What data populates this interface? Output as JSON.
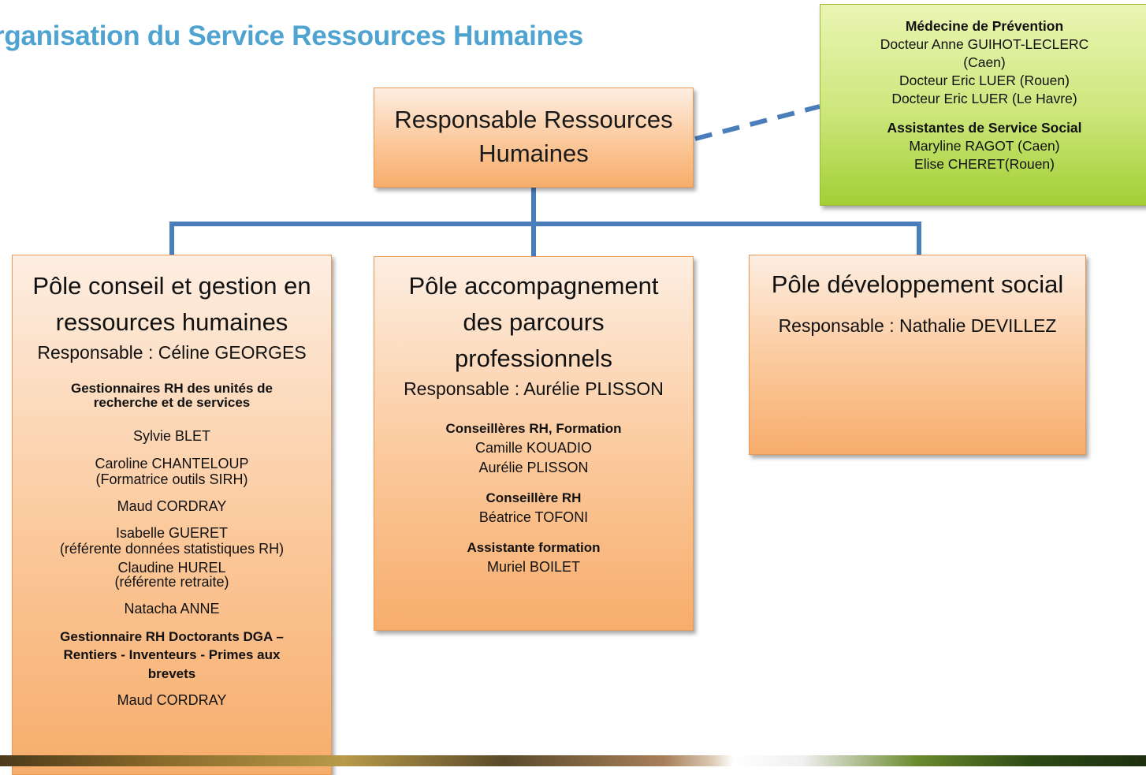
{
  "title": "rganisation du Service Ressources Humaines",
  "head_box": {
    "line1": "Responsable Ressources",
    "line2": "Humaines"
  },
  "medical_box": {
    "med_heading": "Médecine de Prévention",
    "med_line1": "Docteur Anne GUIHOT-LECLERC",
    "med_line2": "(Caen)",
    "med_line3": "Docteur Eric LUER (Rouen)",
    "med_line4": "Docteur Eric LUER (Le Havre)",
    "social_heading": "Assistantes de Service Social",
    "social_line1": "Maryline RAGOT (Caen)",
    "social_line2": "Elise CHERET(Rouen)"
  },
  "pole1": {
    "title_line1": "Pôle conseil et gestion en",
    "title_line2": "ressources humaines",
    "responsable": "Responsable : Céline GEORGES",
    "group1_line1": "Gestionnaires RH des unités de",
    "group1_line2": "recherche et de services",
    "p1": "Sylvie BLET",
    "p2": "Caroline CHANTELOUP",
    "p2_note": "(Formatrice outils SIRH)",
    "p3": "Maud CORDRAY",
    "p4": "Isabelle GUERET",
    "p4_note": "(référente données  statistiques RH)",
    "p5": "Claudine HUREL",
    "p5_note": "(référente retraite)",
    "p6": "Natacha ANNE",
    "group2_line1": "Gestionnaire RH Doctorants DGA –",
    "group2_line2": "Rentiers - Inventeurs - Primes aux",
    "group2_line3": "brevets",
    "p7": "Maud CORDRAY"
  },
  "pole2": {
    "title_line1": "Pôle accompagnement",
    "title_line2": "des parcours",
    "title_line3": "professionnels",
    "responsable": "Responsable : Aurélie PLISSON",
    "group1": "Conseillères RH, Formation",
    "g1_p1": "Camille KOUADIO",
    "g1_p2": "Aurélie PLISSON",
    "group2": "Conseillère RH",
    "g2_p1": "Béatrice TOFONI",
    "group3": "Assistante formation",
    "g3_p1": "Muriel BOILET"
  },
  "pole3": {
    "title": "Pôle développement social",
    "responsable": "Responsable : Nathalie DEVILLEZ"
  },
  "colors": {
    "title": "#4fa3d1",
    "connector": "#4a7ebb",
    "orange_box": "#f7ad6c",
    "green_box": "#a3cf35"
  }
}
